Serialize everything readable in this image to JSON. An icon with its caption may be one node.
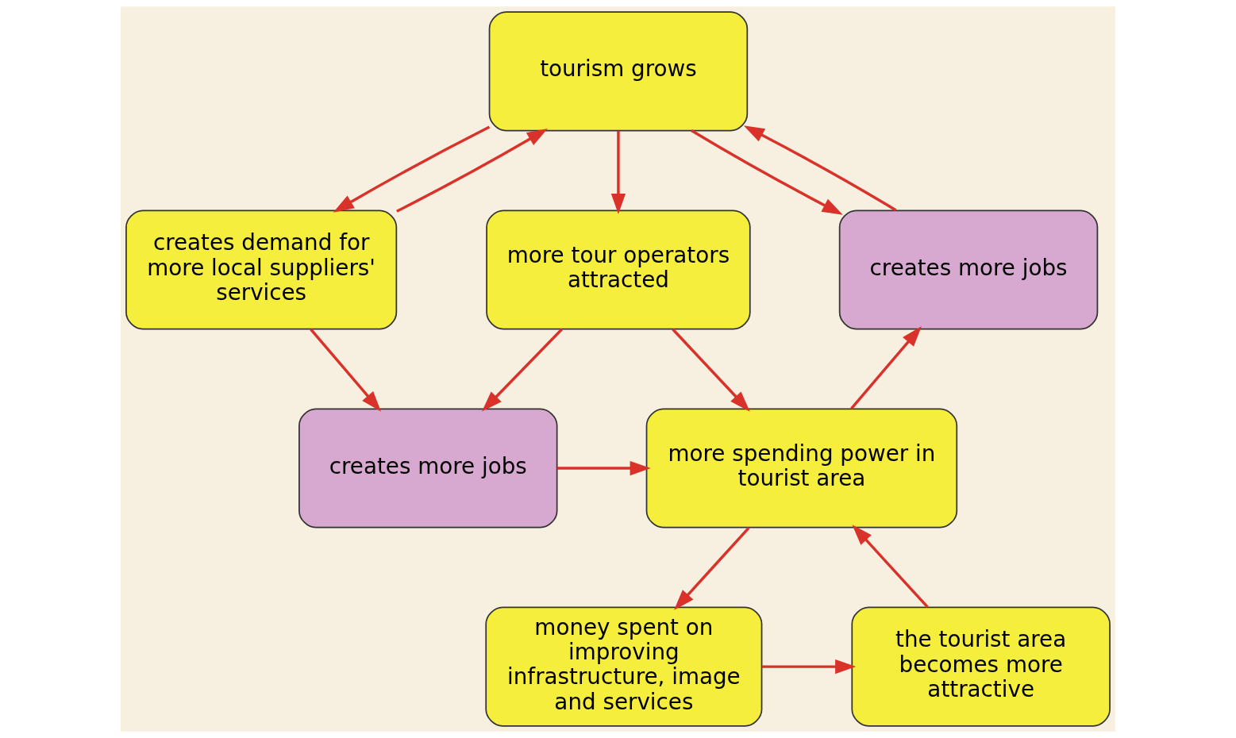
{
  "diagram": {
    "nodes": [
      {
        "text": [
          "tourism grows"
        ]
      },
      {
        "text": [
          "creates more jobs"
        ]
      },
      {
        "text": [
          "creates demand for more local suppliers' services"
        ]
      },
      {
        "text": [
          "more tour operators attracted"
        ]
      },
      {
        "text": [
          "more spending power in tourist area"
        ]
      },
      {
        "text": [
          "creates more jobs"
        ]
      },
      {
        "text": [
          "the tourist area becomes more attractive"
        ]
      },
      {
        "text": [
          "money spent on improving infrastructure, image and services"
        ]
      }
    ],
    "edges": [
      {
        "from": 0,
        "to": 1,
        "arrow": "to"
      },
      {
        "from": 0,
        "to": 3,
        "arrow": "to"
      },
      {
        "from": 0,
        "to": 2,
        "arrow": "to"
      },
      {
        "from": 1,
        "to": 0,
        "arrow": "to"
      },
      {
        "from": 2,
        "to": 0,
        "arrow": "to"
      },
      {
        "from": 2,
        "to": 5,
        "arrow": "to"
      },
      {
        "from": 3,
        "to": 4,
        "arrow": "to"
      },
      {
        "from": 3,
        "to": 5,
        "arrow": "to"
      },
      {
        "from": 5,
        "to": 4,
        "arrow": "to"
      },
      {
        "from": 4,
        "to": 1,
        "arrow": "to"
      },
      {
        "from": 4,
        "to": 7,
        "arrow": "to"
      },
      {
        "from": 7,
        "to": 6,
        "arrow": "to"
      },
      {
        "from": 6,
        "to": 4,
        "arrow": "to"
      }
    ]
  }
}
